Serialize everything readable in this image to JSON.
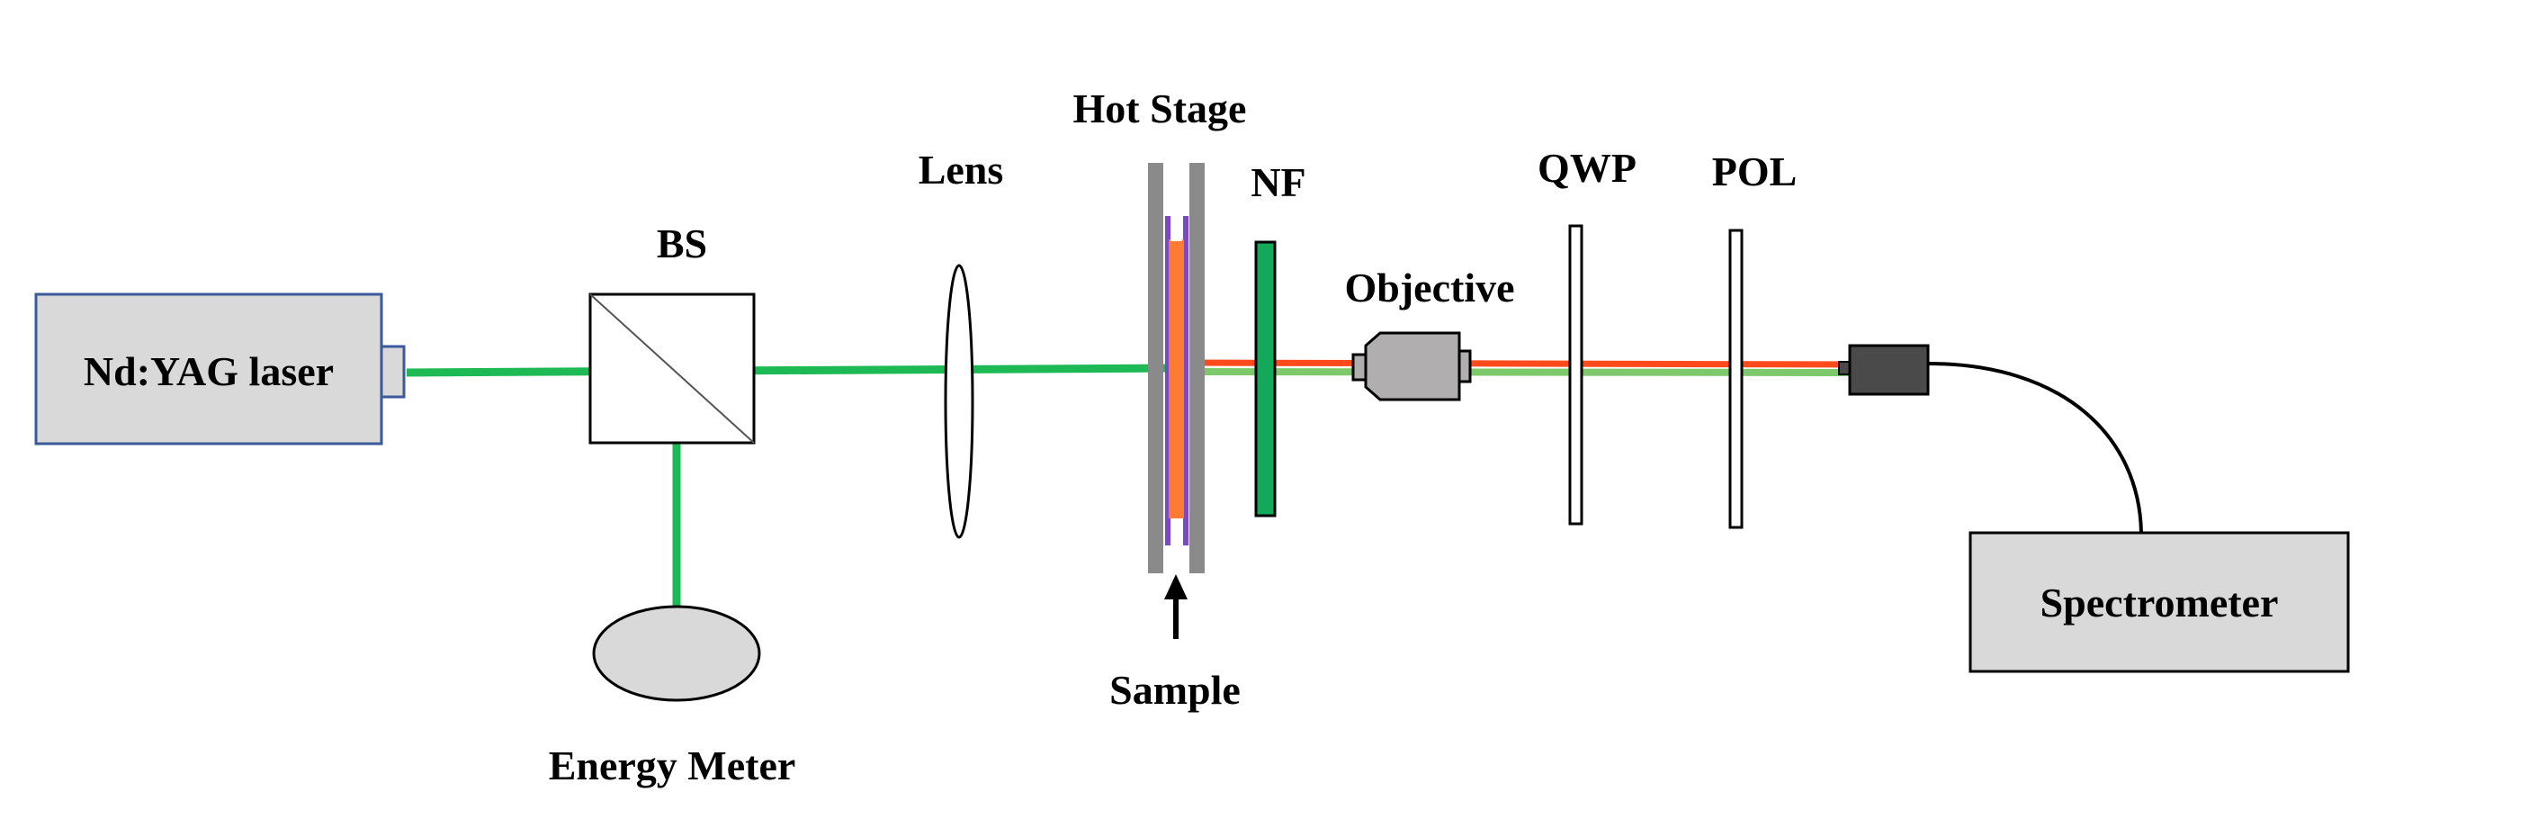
{
  "diagram": {
    "labels": {
      "laser": "Nd:YAG laser",
      "beam_splitter": "BS",
      "energy_meter": "Energy Meter",
      "lens": "Lens",
      "hot_stage": "Hot Stage",
      "sample": "Sample",
      "notch_filter": "NF",
      "objective": "Objective",
      "quarter_wave_plate": "QWP",
      "polarizer": "POL",
      "spectrometer": "Spectrometer"
    },
    "colors": {
      "excitation_beam": "#1db954",
      "signal_beam": "#ff4a1c",
      "notch_filter": "#14a85a",
      "sample": "#ff7a33",
      "sample_edge": "#7b48c8",
      "stage_plate": "#8a8a8a",
      "box_fill": "#d9d9d9",
      "laser_border": "#3a5a9a",
      "objective_body": "#b0aeae",
      "fiber_connector": "#4a4a4a"
    }
  }
}
